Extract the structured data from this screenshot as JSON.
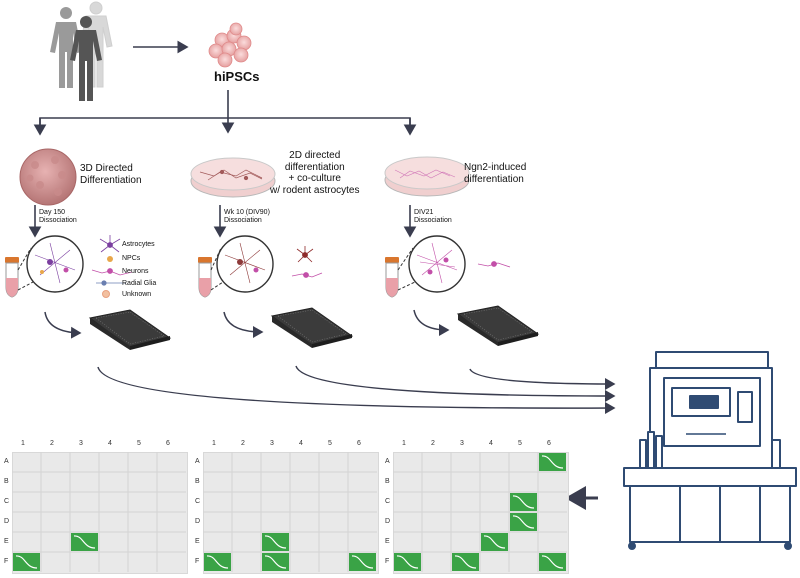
{
  "source_label": "hiPSCs",
  "methods": [
    {
      "id": "3d",
      "title": "3D Directed\nDifferentiation",
      "step": "Day 150\nDissociation"
    },
    {
      "id": "2d",
      "title": "2D directed\ndifferentiation\n+ co-culture\nw/ rodent astrocytes",
      "step": "Wk 10 (DIV90)\nDissociation"
    },
    {
      "id": "ngn2",
      "title": "Ngn2-induced\ndifferentiation",
      "step": "DIV21\nDissociation"
    }
  ],
  "legend": [
    {
      "label": "Astrocytes",
      "icon": "astrocyte-icon",
      "color": "#7b3fa0"
    },
    {
      "label": "NPCs",
      "icon": "npc-icon",
      "color": "#e8a74a"
    },
    {
      "label": "Neurons",
      "icon": "neuron-icon",
      "color": "#c24fa8"
    },
    {
      "label": "Radial Glia",
      "icon": "radial-glia-icon",
      "color": "#6a7fb0"
    },
    {
      "label": "Unknown",
      "icon": "unknown-cell-icon",
      "color": "#e8a080"
    }
  ],
  "plates": [
    {
      "columns": [
        "1",
        "2",
        "3",
        "4",
        "5",
        "6"
      ],
      "rows": [
        "A",
        "B",
        "C",
        "D",
        "E",
        "F"
      ],
      "hits": [
        [
          4,
          2
        ],
        [
          5,
          0
        ]
      ]
    },
    {
      "columns": [
        "1",
        "2",
        "3",
        "4",
        "5",
        "6"
      ],
      "rows": [
        "A",
        "B",
        "C",
        "D",
        "E",
        "F"
      ],
      "hits": [
        [
          4,
          2
        ],
        [
          5,
          0
        ],
        [
          5,
          2
        ],
        [
          5,
          5
        ]
      ]
    },
    {
      "columns": [
        "1",
        "2",
        "3",
        "4",
        "5",
        "6"
      ],
      "rows": [
        "A",
        "B",
        "C",
        "D",
        "E",
        "F"
      ],
      "hits": [
        [
          0,
          5
        ],
        [
          2,
          4
        ],
        [
          3,
          4
        ],
        [
          4,
          3
        ],
        [
          5,
          0
        ],
        [
          5,
          2
        ],
        [
          5,
          5
        ]
      ]
    }
  ],
  "colors": {
    "arrow": "#3a3d4f",
    "well_hit": "#3aa346",
    "grid_bg": "#e9e9e9",
    "instrument": "#2f4b73"
  }
}
